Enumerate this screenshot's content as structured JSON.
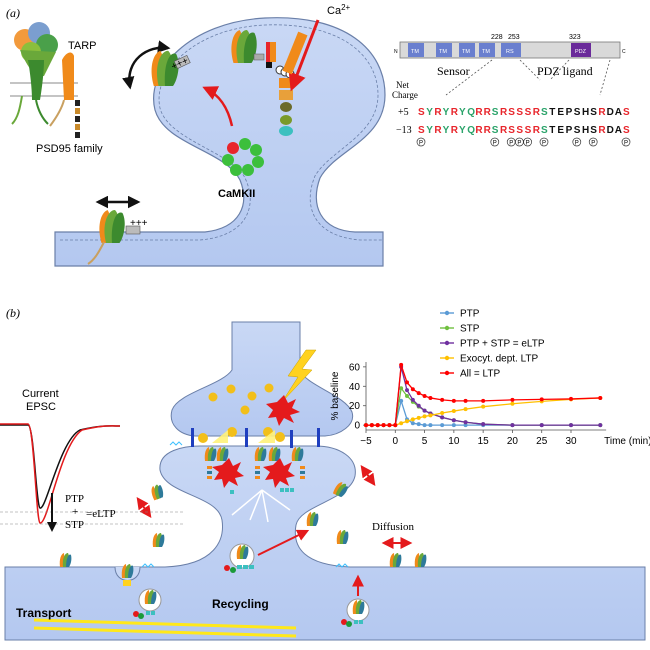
{
  "panel_a": {
    "label": "(a)",
    "tarp": "TARP",
    "psd95": "PSD95 family",
    "calcium": "Ca",
    "calcium_sup": "2+",
    "camkii": "CaMKII",
    "plus_marks": "+++",
    "tarp_seq": {
      "n_term": "N",
      "c_term": "C",
      "domains": [
        "TM",
        "TM",
        "TM",
        "TM",
        "RS",
        "PDZ"
      ],
      "pos_228": "228",
      "pos_253": "253",
      "pos_323": "323",
      "sensor": "Sensor",
      "pdz_ligand": "PDZ ligand",
      "net_charge_1": "Net",
      "net_charge_2": "Charge",
      "charge_pos": "+5",
      "charge_neg": "−13",
      "phospho": "P",
      "seq_letters": [
        "S",
        "Y",
        "R",
        "Y",
        "R",
        "Y",
        "Q",
        "R",
        "R",
        "S",
        "R",
        "S",
        "S",
        "S",
        "R",
        "S",
        "T",
        "E",
        "P",
        "S",
        "H",
        "S",
        "R",
        "D",
        "A",
        "S"
      ],
      "seq_classes": [
        "r",
        "g",
        "r",
        "g",
        "r",
        "g",
        "g",
        "r",
        "r",
        "g",
        "r",
        "r",
        "r",
        "r",
        "r",
        "g",
        "k",
        "k",
        "k",
        "k",
        "k",
        "k",
        "r",
        "k",
        "k",
        "r"
      ]
    }
  },
  "panel_b": {
    "label": "(b)",
    "current": "Current",
    "epsc": "EPSC",
    "ptp": "PTP",
    "plus": "+",
    "eltp": "=eLTP",
    "stp": "STP",
    "diffusion": "Diffusion",
    "recycling": "Recycling",
    "transport": "Transport"
  },
  "chart_data": {
    "type": "line",
    "xlabel": "Time (min)",
    "ylabel": "% baseline",
    "xlim": [
      -5,
      37
    ],
    "ylim": [
      -5,
      65
    ],
    "xticks": [
      "−5",
      "0",
      "5",
      "10",
      "15",
      "20",
      "25",
      "30"
    ],
    "yticks": [
      "60",
      "40",
      "20",
      "0"
    ],
    "series": [
      {
        "name": "PTP",
        "color": "#5b9bd5",
        "x": [
          -5,
          -4,
          -3,
          -2,
          -1,
          0,
          1,
          2,
          3,
          4,
          5,
          6,
          8,
          10,
          12,
          15,
          20,
          25,
          30,
          35
        ],
        "y": [
          0,
          0,
          0,
          0,
          0,
          0,
          25,
          6,
          2,
          1,
          0,
          0,
          0,
          0,
          0,
          0,
          0,
          0,
          0,
          0
        ]
      },
      {
        "name": "STP",
        "color": "#70c040",
        "x": [
          -5,
          -4,
          -3,
          -2,
          -1,
          0,
          1,
          2,
          3,
          4,
          5,
          6,
          8,
          10,
          12,
          15,
          20,
          25,
          30,
          35
        ],
        "y": [
          0,
          0,
          0,
          0,
          0,
          0,
          38,
          30,
          24,
          19,
          15,
          12,
          8,
          5,
          3,
          1,
          0,
          0,
          0,
          0
        ]
      },
      {
        "name": "PTP + STP = eLTP",
        "color": "#7030a0",
        "x": [
          -5,
          -4,
          -3,
          -2,
          -1,
          0,
          1,
          2,
          3,
          4,
          5,
          6,
          8,
          10,
          12,
          15,
          20,
          25,
          30,
          35
        ],
        "y": [
          0,
          0,
          0,
          0,
          0,
          0,
          60,
          36,
          26,
          20,
          15,
          12,
          8,
          5,
          3,
          1,
          0,
          0,
          0,
          0
        ]
      },
      {
        "name": "Exocyt. dept. LTP",
        "color": "#ffc000",
        "x": [
          -5,
          -4,
          -3,
          -2,
          -1,
          0,
          1,
          2,
          3,
          4,
          5,
          6,
          8,
          10,
          12,
          15,
          20,
          25,
          30,
          35
        ],
        "y": [
          0,
          0,
          0,
          0,
          0,
          0,
          2,
          4,
          6,
          7.5,
          9,
          10,
          12.5,
          14.5,
          16.5,
          19,
          22,
          24.5,
          26.5,
          28
        ]
      },
      {
        "name": "All = LTP",
        "color": "#ff0000",
        "x": [
          -5,
          -4,
          -3,
          -2,
          -1,
          0,
          1,
          2,
          3,
          4,
          5,
          6,
          8,
          10,
          12,
          15,
          20,
          25,
          30,
          35
        ],
        "y": [
          0,
          0,
          0,
          0,
          0,
          0,
          62,
          44,
          37,
          33,
          30,
          28,
          26,
          25,
          25,
          25,
          26,
          26.5,
          27,
          28
        ]
      }
    ]
  }
}
